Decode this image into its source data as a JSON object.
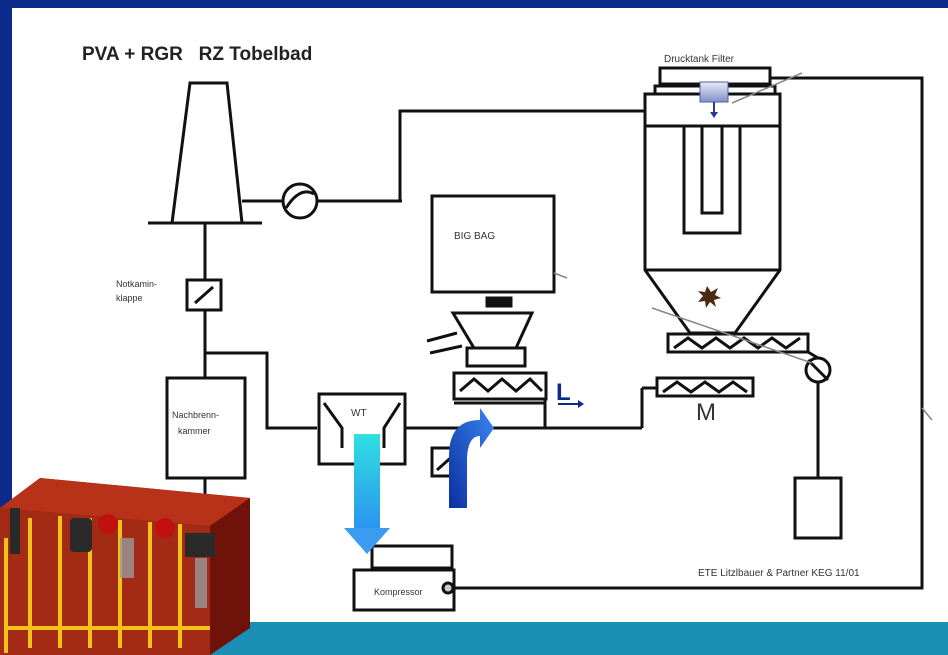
{
  "title": "PVA + RGR   RZ Tobelbad",
  "labels": {
    "filter": "Drucktank Filter",
    "bigbag": "BIG BAG",
    "notkamin_line1": "Notkamin-",
    "notkamin_line2": "klappe",
    "nachbrenn_line1": "Nachbrenn-",
    "nachbrenn_line2": "kammer",
    "wt": "WT",
    "kompressor": "Kompressor",
    "l_mark": "L",
    "m_mark": "M",
    "credit": "ETE Litzlbauer & Partner KEG  11/01"
  },
  "colors": {
    "background": "#0b2a8a",
    "footer": "#1c8fb4",
    "line": "#111111",
    "cyan_arrow": "#3fd0e0",
    "blue_arrow": "#1a52c8"
  }
}
